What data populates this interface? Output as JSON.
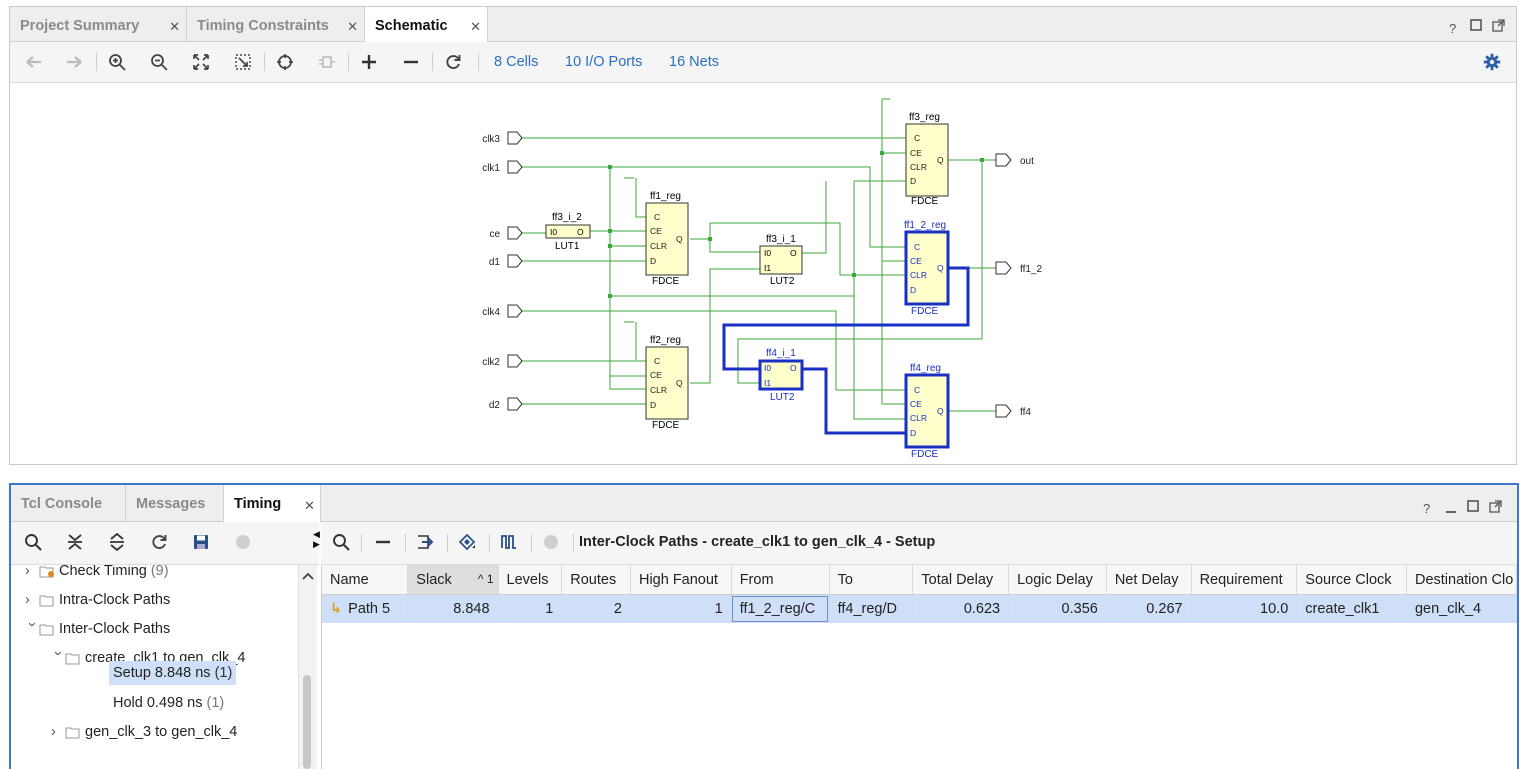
{
  "top_tabs": [
    {
      "label": "Project Summary",
      "active": false
    },
    {
      "label": "Timing Constraints",
      "active": false
    },
    {
      "label": "Schematic",
      "active": true
    }
  ],
  "window_controls": {
    "help": "?"
  },
  "schematic_toolbar": {
    "cells": "8 Cells",
    "io_ports": "10 I/O Ports",
    "nets": "16 Nets"
  },
  "schematic": {
    "ports_in": [
      "clk3",
      "clk1",
      "ce",
      "d1",
      "clk4",
      "clk2",
      "d2"
    ],
    "ports_out": [
      "out",
      "ff1_2",
      "ff4"
    ],
    "cells": [
      {
        "name": "ff3_reg",
        "type": "FDCE",
        "pins": [
          "C",
          "CE",
          "CLR",
          "D",
          "Q"
        ]
      },
      {
        "name": "ff1_reg",
        "type": "FDCE",
        "pins": [
          "C",
          "CE",
          "CLR",
          "D",
          "Q"
        ]
      },
      {
        "name": "ff2_reg",
        "type": "FDCE",
        "pins": [
          "C",
          "CE",
          "CLR",
          "D",
          "Q"
        ]
      },
      {
        "name": "ff1_2_reg",
        "type": "FDCE",
        "pins": [
          "C",
          "CE",
          "CLR",
          "D",
          "Q"
        ],
        "highlighted": true
      },
      {
        "name": "ff4_reg",
        "type": "FDCE",
        "pins": [
          "C",
          "CE",
          "CLR",
          "D",
          "Q"
        ],
        "highlighted": true
      },
      {
        "name": "ff3_i_2",
        "type": "LUT1",
        "pins": [
          "I0",
          "O"
        ]
      },
      {
        "name": "ff3_i_1",
        "type": "LUT2",
        "pins": [
          "I0",
          "I1",
          "O"
        ]
      },
      {
        "name": "ff4_i_1",
        "type": "LUT2",
        "pins": [
          "I0",
          "I1",
          "O"
        ],
        "highlighted": true
      }
    ],
    "colors": {
      "net": "#3aa83a",
      "highlight": "#1a2fc4",
      "cell_fill": "#ffffcc"
    }
  },
  "bottom_tabs": [
    {
      "label": "Tcl Console",
      "active": false
    },
    {
      "label": "Messages",
      "active": false
    },
    {
      "label": "Timing",
      "active": true
    }
  ],
  "report_title": "Inter-Clock Paths - create_clk1 to gen_clk_4 - Setup",
  "tree": [
    {
      "label": "Check Timing",
      "count": "(9)",
      "expander": "collapsed",
      "depth": 0
    },
    {
      "label": "Intra-Clock Paths",
      "count": "",
      "expander": "collapsed",
      "depth": 0
    },
    {
      "label": "Inter-Clock Paths",
      "count": "",
      "expander": "expanded",
      "depth": 0
    },
    {
      "label": "create_clk1 to gen_clk_4",
      "count": "",
      "expander": "expanded",
      "depth": 1
    },
    {
      "label": "Setup 8.848 ns",
      "count": "(1)",
      "expander": "none",
      "depth": 2,
      "selected": true
    },
    {
      "label": "Hold 0.498 ns",
      "count": "(1)",
      "expander": "none",
      "depth": 2
    },
    {
      "label": "gen_clk_3 to gen_clk_4",
      "count": "",
      "expander": "collapsed",
      "depth": 1
    }
  ],
  "table": {
    "sort_indicator": "1",
    "columns": [
      "Name",
      "Slack",
      "Levels",
      "Routes",
      "High Fanout",
      "From",
      "To",
      "Total Delay",
      "Logic Delay",
      "Net Delay",
      "Requirement",
      "Source Clock",
      "Destination Clo"
    ],
    "rows": [
      [
        "Path 5",
        "8.848",
        "1",
        "2",
        "1",
        "ff1_2_reg/C",
        "ff4_reg/D",
        "0.623",
        "0.356",
        "0.267",
        "10.0",
        "create_clk1",
        "gen_clk_4"
      ]
    ]
  }
}
